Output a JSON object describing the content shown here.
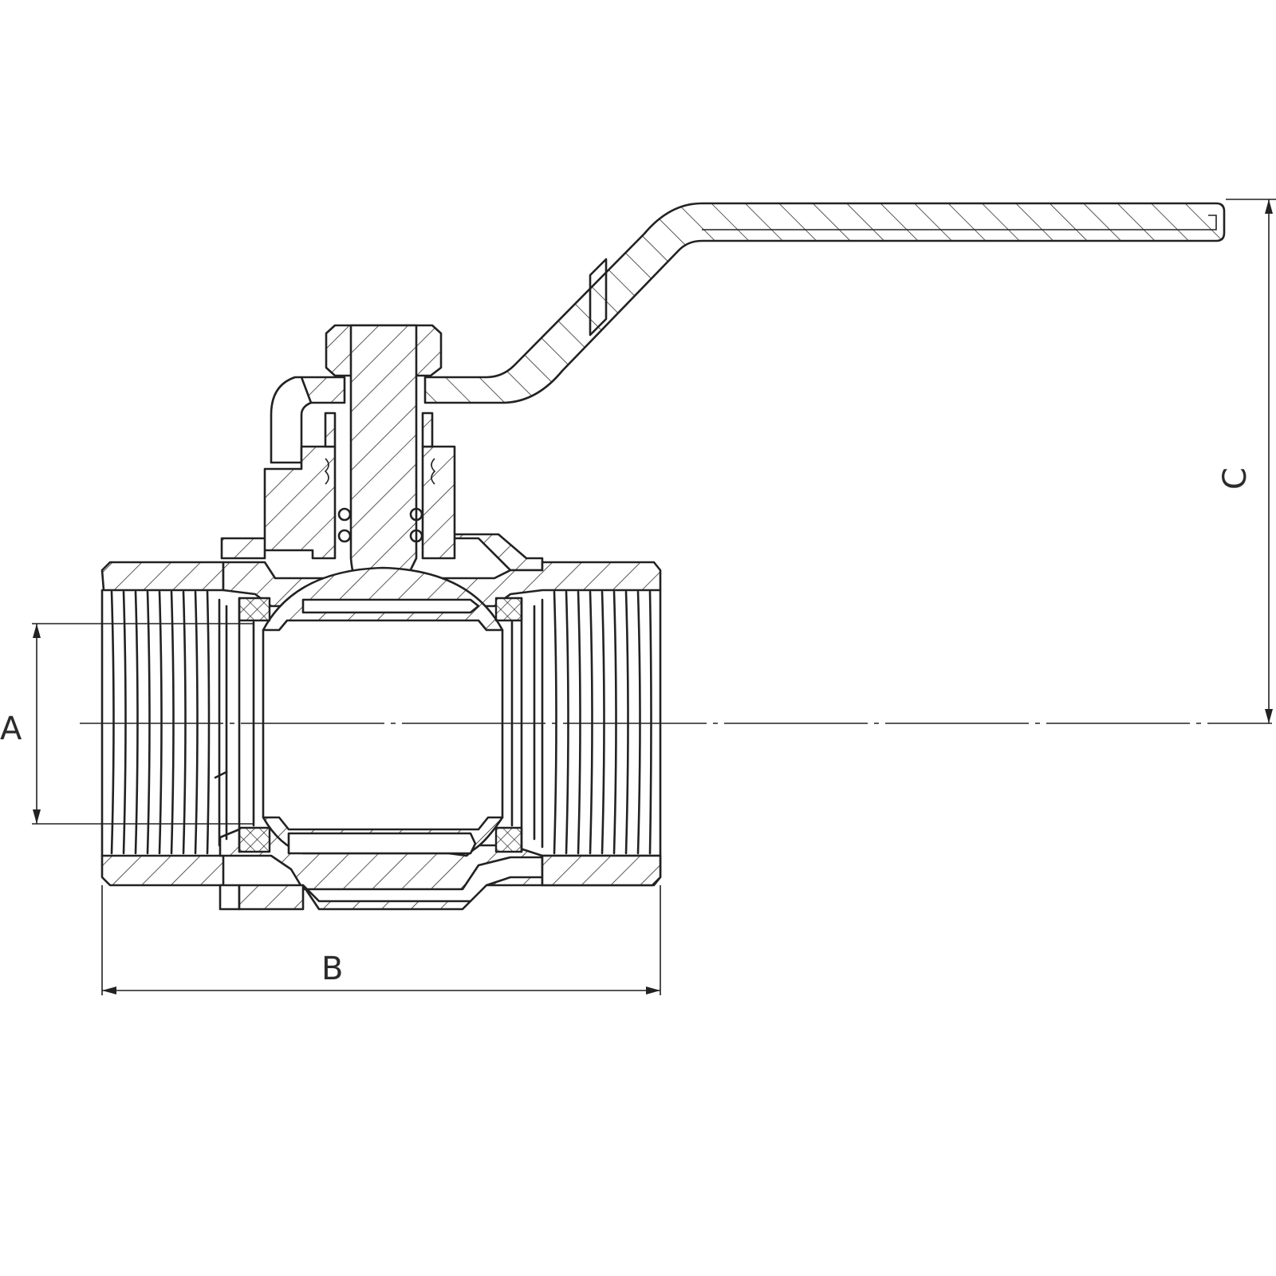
{
  "drawing": {
    "dimension_a": "A",
    "dimension_b": "B",
    "dimension_c": "C"
  }
}
